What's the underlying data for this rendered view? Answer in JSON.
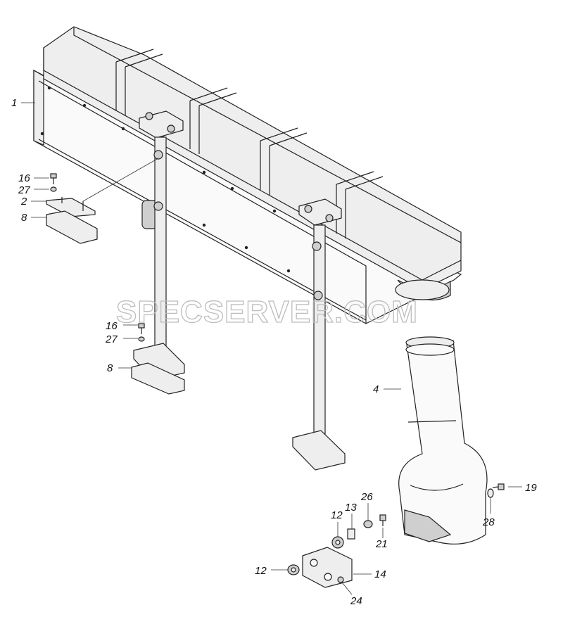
{
  "watermark": "SPECSERVER.COM",
  "callouts": {
    "c1": "1",
    "c2": "2",
    "c4": "4",
    "c8a": "8",
    "c8b": "8",
    "c12a": "12",
    "c12b": "12",
    "c13": "13",
    "c14": "14",
    "c16a": "16",
    "c16b": "16",
    "c19": "19",
    "c21": "21",
    "c24": "24",
    "c26": "26",
    "c27a": "27",
    "c27b": "27",
    "c28": "28"
  }
}
